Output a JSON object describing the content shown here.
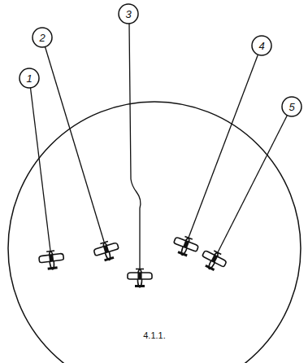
{
  "diagram": {
    "labels": [
      "1",
      "2",
      "3",
      "4",
      "5",
      "4.1.1."
    ]
  }
}
